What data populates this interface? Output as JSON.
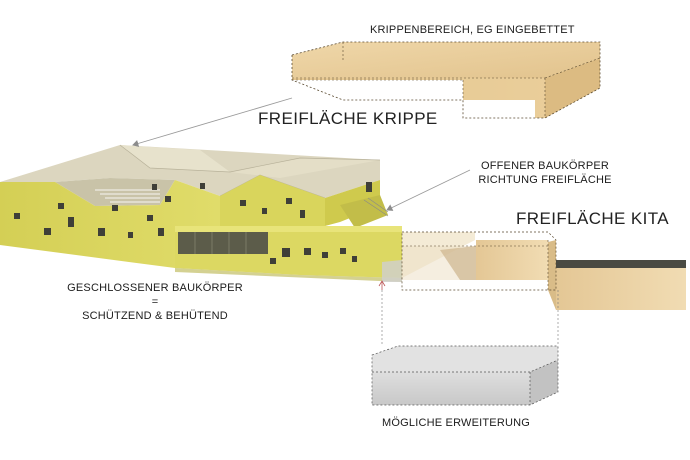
{
  "labels": {
    "krippenbereich": "KRIPPENBEREICH, EG EINGEBETTET",
    "freiflaeche_krippe": "FREIFLÄCHE KRIPPE",
    "offener_line1": "OFFENER BAUKÖRPER",
    "offener_line2": "RICHTUNG FREIFLÄCHE",
    "freiflaeche_kita": "FREIFLÄCHE KITA",
    "geschlossener_line1": "GESCHLOSSENER BAUKÖRPER",
    "geschlossener_line2": "=",
    "geschlossener_line3": "SCHÜTZEND & BEHÜTEND",
    "erweiterung": "MÖGLICHE ERWEITERUNG"
  },
  "colors": {
    "facade": "#d8d45a",
    "facade_shadow": "#b9b545",
    "roof": "#ddd8c4",
    "wood": "#e9cfa0",
    "extension": "#d4d4d4",
    "arrow": "#9a9a9a"
  }
}
